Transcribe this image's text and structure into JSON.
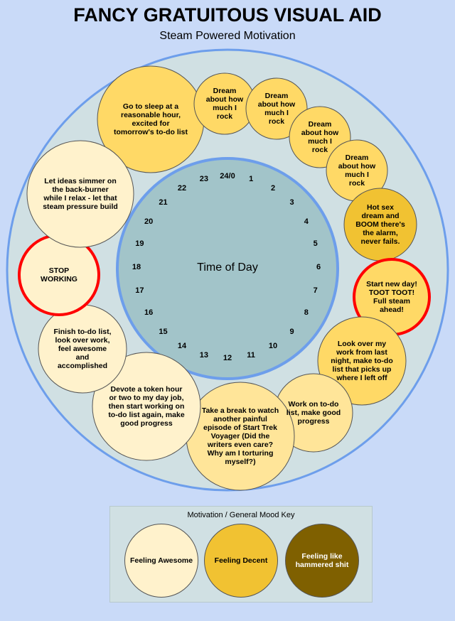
{
  "header": {
    "title": "FANCY GRATUITOUS VISUAL AID",
    "subtitle": "Steam Powered Motivation"
  },
  "clock": {
    "label": "Time of Day",
    "hours": [
      "24/0",
      "1",
      "2",
      "3",
      "4",
      "5",
      "6",
      "7",
      "8",
      "9",
      "10",
      "11",
      "12",
      "13",
      "14",
      "15",
      "16",
      "17",
      "18",
      "19",
      "20",
      "21",
      "22",
      "23"
    ]
  },
  "colors": {
    "awesome": "#fff2cc",
    "decent": "#f1c232",
    "light_yellow": "#ffe599",
    "medium_yellow": "#ffd966",
    "hammered": "#7f6000",
    "highlight_ring": "#ff0000",
    "outer_ring": "#6d9eeb",
    "clock_face": "#a2c4c9"
  },
  "bubbles": [
    {
      "text": "Go to sleep at a reasonable hour, excited for tomorrow's to-do list",
      "mood": "medium_yellow"
    },
    {
      "text": "Dream about how much I rock",
      "mood": "medium_yellow"
    },
    {
      "text": "Dream about how much I rock",
      "mood": "medium_yellow"
    },
    {
      "text": "Dream about how much I rock",
      "mood": "medium_yellow"
    },
    {
      "text": "Dream about how much I rock",
      "mood": "medium_yellow"
    },
    {
      "text": "Hot sex dream and BOOM there's the alarm, never fails.",
      "mood": "decent"
    },
    {
      "text": "Start new day! TOOT TOOT! Full steam ahead!",
      "mood": "medium_yellow",
      "highlight": true
    },
    {
      "text": "Look over my work from last night, make to-do list that picks up where I left off",
      "mood": "medium_yellow"
    },
    {
      "text": "Work on to-do list, make good progress",
      "mood": "light_yellow"
    },
    {
      "text": "Take a break to watch another painful episode of Start Trek Voyager (Did the writers even care? Why am I torturing myself?)",
      "mood": "light_yellow"
    },
    {
      "text": "Devote a token hour or two to my day job, then start working on to-do list again, make good progress",
      "mood": "awesome"
    },
    {
      "text": "Finish to-do list, look over work, feel awesome and accomplished",
      "mood": "awesome"
    },
    {
      "text": "STOP WORKING",
      "mood": "awesome",
      "highlight": true
    },
    {
      "text": "Let ideas simmer on the back-burner while I relax - let that steam pressure build",
      "mood": "awesome"
    }
  ],
  "key": {
    "title": "Motivation / General Mood Key",
    "items": [
      {
        "label": "Feeling Awesome",
        "mood": "awesome"
      },
      {
        "label": "Feeling Decent",
        "mood": "decent"
      },
      {
        "label": "Feeling like hammered shit",
        "mood": "hammered"
      }
    ]
  }
}
